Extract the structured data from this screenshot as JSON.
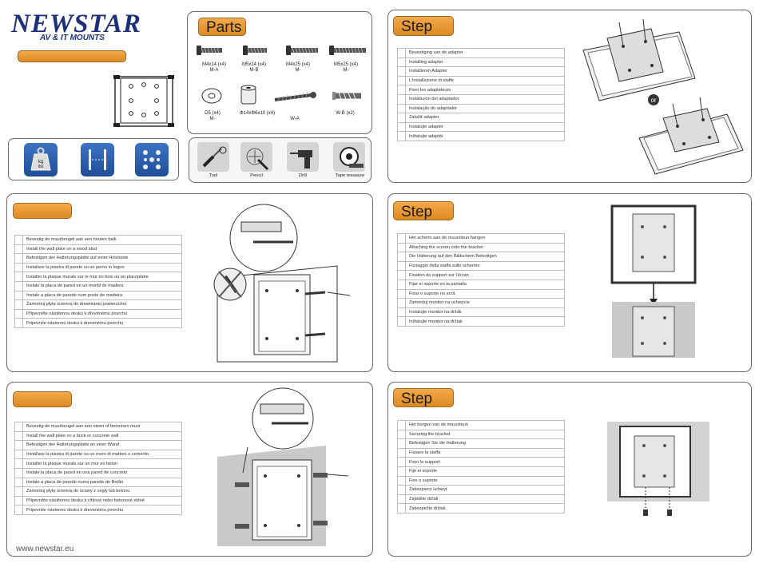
{
  "brand": {
    "name": "NEWSTAR",
    "tagline": "AV & IT MOUNTS",
    "website": "www.newstar.eu"
  },
  "parts_panel": {
    "title": "Parts",
    "screws": [
      {
        "size": "M4x14 (x4)",
        "code": "M-A"
      },
      {
        "size": "M5x14 (x4)",
        "code": "M-B"
      },
      {
        "size": "M4x25 (x4)",
        "code": "M-"
      },
      {
        "size": "M5x25 (x4)",
        "code": "M-"
      }
    ],
    "washer": {
      "size": "D5 (x4)",
      "code": "M-"
    },
    "spacer": {
      "size": "Φ14xΦ6x10 (x4)"
    },
    "wood_screw": {
      "code": "W-A"
    },
    "anchor": {
      "code": "W-B (x2)"
    }
  },
  "specs_icons": [
    {
      "icon": "weight-icon",
      "text": "kg\nlbs"
    },
    {
      "icon": "distance-icon",
      "text": ""
    },
    {
      "icon": "vesa-pattern-icon",
      "text": ""
    }
  ],
  "tools": [
    {
      "icon": "screwdriver-icon",
      "label": "Tool"
    },
    {
      "icon": "pencil-icon",
      "label": "Pencil"
    },
    {
      "icon": "drill-icon",
      "label": "Drill"
    },
    {
      "icon": "tape-measure-icon",
      "label": "Tape measure"
    }
  ],
  "step_title": "Step",
  "or_label": "or",
  "steps": {
    "adapter": [
      "Bevestiging van de adapter",
      "Installing adapter",
      "Installieren Adapter",
      "L'installazione di staffe",
      "Fixer les adaptateurs",
      "Instalación del adaptador",
      "Instalação do adaptador",
      "Založiť adapter",
      "Instalujte adaptér",
      "Inštalujte adaptér"
    ],
    "wood": [
      "Bevestig de muurbeugel aan een houten balk",
      "Install the wall plate on a wood stud",
      "Befestigen der Halterungsplatte auf einer Holzleiste",
      "Installare la piastra di parete su un perno in legno",
      "Installer la plaque murale sur le mur en bois ou en placoplatre",
      "Instale la placa de pared en un montil de madera",
      "Instale a placa de parede num poste de madeira",
      "Zamontuj płytę ścienną do drewnianej powierzchni",
      "Připevněte nástěnnou desku k dřevěnému povrchu",
      "Pripevnite nástennú dosku k drevenému povrchu"
    ],
    "concrete": [
      "Bevestig de muurbeugel aan een steen of betonnen muur",
      "Install the wall plate on a brick or concrete wall",
      "Befestigen der Halterungsplatte an einer Wand",
      "Installare la piastra di parete su un muro di mattoni o cemento",
      "Installer la plaque murale sur un mur en béton",
      "Instale la placa de pared en una pared de concreto",
      "Instale a placa de parede numa parede de Betão",
      "Zamontuj płytę ścienną do ściany z cegły lub betonu",
      "Připevněte nástěnnou desku k cihlové nebo betonové stěně",
      "Pripevnite nástennú dosku k drevenému povrchu"
    ],
    "hang": [
      "Het scherm aan de muursteun hangen",
      "Attaching the screen onto the bracket",
      "Die Halterung auf den Bildschirm Befestigen",
      "Fissaggio della staffa sullo schermo",
      "Fixation du support sur l'écran",
      "Fijar el soporte en la pantalla",
      "Fixar o suporte no ecrã",
      "Zamontuj monitor na uchwycie",
      "Instalujte monitor na držák",
      "Inštalujte monitor na držiak"
    ],
    "secure": [
      "Het borgen van de muursteun",
      "Securing the bracket",
      "Befestigen Sie die Halterung",
      "Fissare la staffa",
      "Fixer le support",
      "Fije el soporte",
      "Fixe o suporte",
      "Zabezpiecz uchwyt",
      "Zajistěte držák",
      "Zabezpečte držiak"
    ]
  },
  "colors": {
    "brand_blue": "#1c2f78",
    "tab_orange": "#e9962f",
    "icon_blue": "#2b5eae"
  }
}
